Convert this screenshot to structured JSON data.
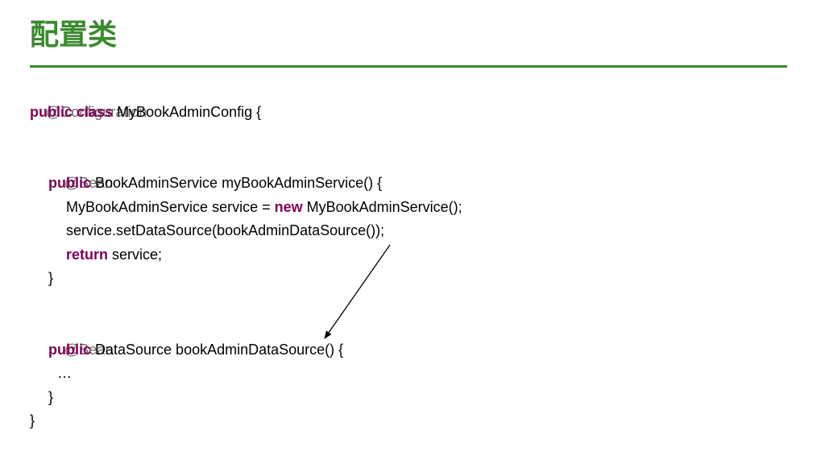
{
  "slide": {
    "title": "配置类"
  },
  "code": {
    "line1_annotation": "@Configuration",
    "line2_kw1": "public",
    "line2_kw2": "class",
    "line2_rest": " MyBookAdminConfig {",
    "line4_annotation": "@Bean",
    "line5_kw": "public",
    "line5_rest": " BookAdminService myBookAdminService() {",
    "line6_pre": "MyBookAdminService service = ",
    "line6_kw": "new",
    "line6_post": " MyBookAdminService();",
    "line7_text": "service.setDataSource(bookAdminDataSource());",
    "line8_kw": "return",
    "line8_rest": " service;",
    "line9_text": "}",
    "line11_annotation": "@Bean",
    "line12_kw": "public",
    "line12_rest": " DataSource bookAdminDataSource() {",
    "line13_text": "…",
    "line14_text": "}",
    "line15_text": "}"
  },
  "colors": {
    "title": "#3a8a2e",
    "keyword": "#7f0055",
    "annotation": "#6b6b6b",
    "arrow": "#000000"
  }
}
